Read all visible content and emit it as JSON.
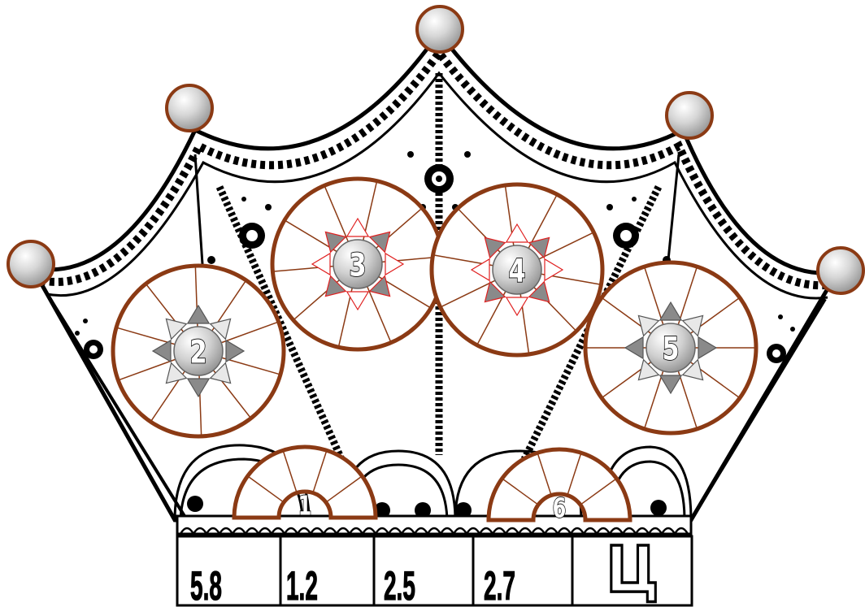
{
  "wheels": [
    {
      "id": "2",
      "label": "2",
      "arrow_style": "gray"
    },
    {
      "id": "3",
      "label": "3",
      "arrow_style": "red"
    },
    {
      "id": "4",
      "label": "4",
      "arrow_style": "red"
    },
    {
      "id": "5",
      "label": "5",
      "arrow_style": "gray"
    }
  ],
  "half_wheels": [
    {
      "id": "1",
      "label": "1"
    },
    {
      "id": "6",
      "label": "6"
    }
  ],
  "answer_cells": [
    "5.8",
    "1.2",
    "2.5",
    "2.7"
  ],
  "letter_cell": "Ц",
  "colors": {
    "wheel_stroke": "#8b3a14",
    "ball_fill": "#c8c8c8",
    "arrow_gray": "#8a8a8a",
    "arrow_red": "#e02020",
    "crown_line": "#000000"
  }
}
